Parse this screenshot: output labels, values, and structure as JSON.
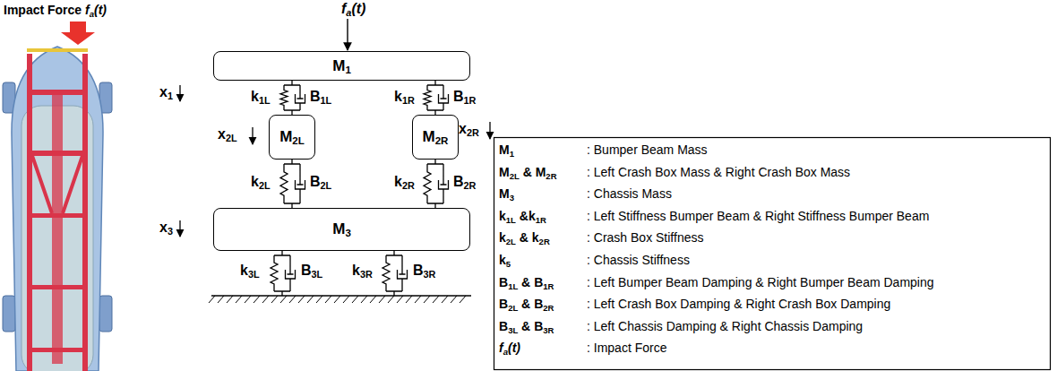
{
  "diagram": {
    "nodes": [
      {
        "text": [
          "M1"
        ]
      },
      {
        "text": [
          "M2L"
        ]
      },
      {
        "text": [
          "M2R"
        ]
      },
      {
        "text": [
          "M3"
        ]
      }
    ],
    "edges": [
      {
        "from": 0,
        "to": 1,
        "arrow": "none"
      },
      {
        "from": 0,
        "to": 2,
        "arrow": "none"
      },
      {
        "from": 1,
        "to": 3,
        "arrow": "none"
      },
      {
        "from": 2,
        "to": 3,
        "arrow": "none"
      }
    ],
    "labels": [
      "Impact Force fa(t)",
      "fa(t)",
      "x1",
      "x2L",
      "x2R",
      "x3",
      "k1L",
      "B1L",
      "k1R",
      "B1R",
      "k2L",
      "B2L",
      "k2R",
      "B2R",
      "k3L",
      "B3L",
      "k3R",
      "B3R",
      "M1",
      ": Bumper Beam Mass",
      "M2L & M2R",
      ": Left Crash Box Mass & Right Crash Box Mass",
      "M3",
      ": Chassis Mass",
      "k1L &k1R",
      ": Left Stiffness Bumper Beam & Right Stiffness Bumper Beam",
      "k2L & k2R",
      ": Crash Box Stiffness",
      "k5",
      ": Chassis Stiffness",
      "B1L & B1R",
      ": Left Bumper Beam Damping & Right Bumper Beam Damping",
      "B2L & B2R",
      ": Left Crash Box Damping & Right Crash Box Damping",
      "B3L & B3R",
      ": Left Chassis Damping & Right Chassis Damping",
      "fa(t)",
      ": Impact Force"
    ]
  }
}
